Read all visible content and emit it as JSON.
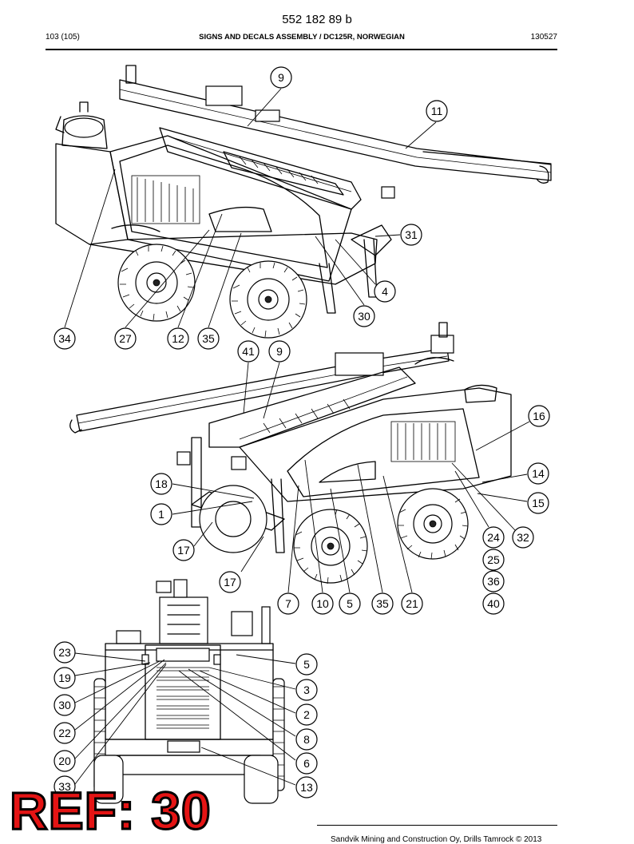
{
  "header": {
    "doc_number": "552 182 89 b",
    "page": "103 (105)",
    "title": "SIGNS AND DECALS ASSEMBLY / DC125R, NORWEGIAN",
    "date": "130527"
  },
  "footer": {
    "copyright": "Sandvik Mining and Construction Oy, Drills Tamrock © 2013"
  },
  "stamp": "REF: 30",
  "views": {
    "view1": {
      "callouts": [
        "9",
        "11",
        "31",
        "4",
        "30",
        "34",
        "27",
        "12",
        "35"
      ]
    },
    "view2": {
      "callouts": [
        "41",
        "9",
        "16",
        "14",
        "15",
        "18",
        "1",
        "17",
        "17",
        "7",
        "10",
        "5",
        "35",
        "21",
        "24",
        "32",
        "25",
        "36",
        "40"
      ]
    },
    "view3": {
      "callouts": [
        "23",
        "5",
        "19",
        "3",
        "30",
        "2",
        "22",
        "8",
        "20",
        "6",
        "33",
        "13"
      ]
    }
  }
}
